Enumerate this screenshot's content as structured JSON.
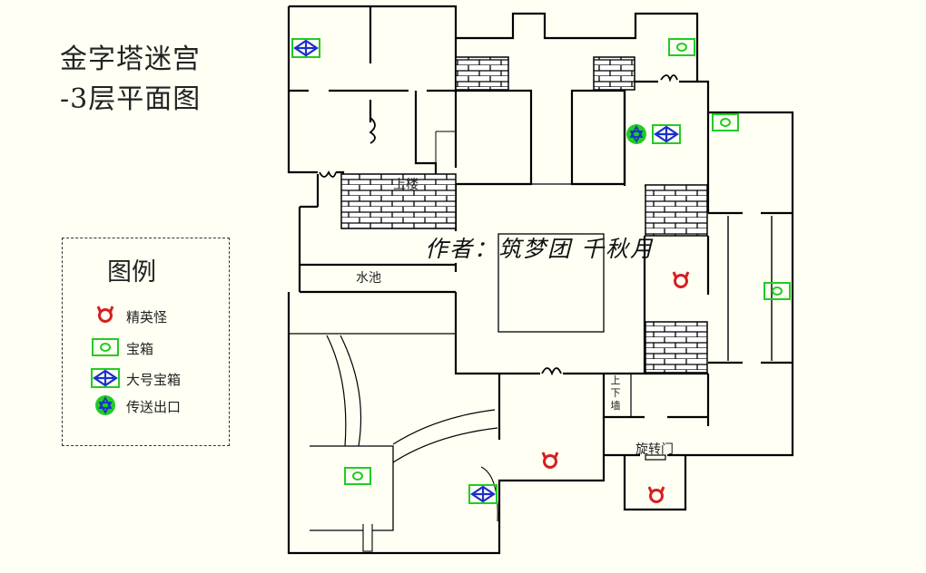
{
  "title": {
    "line1": "金字塔迷宫",
    "line2": "-3层平面图"
  },
  "legend": {
    "title": "图例",
    "items": [
      {
        "icon": "elite-monster-icon",
        "label": "精英怪"
      },
      {
        "icon": "treasure-chest-icon",
        "label": "宝箱"
      },
      {
        "icon": "large-treasure-chest-icon",
        "label": "大号宝箱"
      },
      {
        "icon": "teleport-exit-icon",
        "label": "传送出口"
      }
    ]
  },
  "author": "作者：筑梦团  千秋月",
  "labels": {
    "upstairs": "上楼",
    "pool": "水池",
    "up_down_wall": "上下墙",
    "revolving_door": "旋转门"
  },
  "colors": {
    "background": "#fffff4",
    "wall": "#000000",
    "elite_monster": "#d42020",
    "treasure_chest": "#22cc22",
    "large_chest": "#1a2fd0",
    "teleport": "#22cc22"
  }
}
